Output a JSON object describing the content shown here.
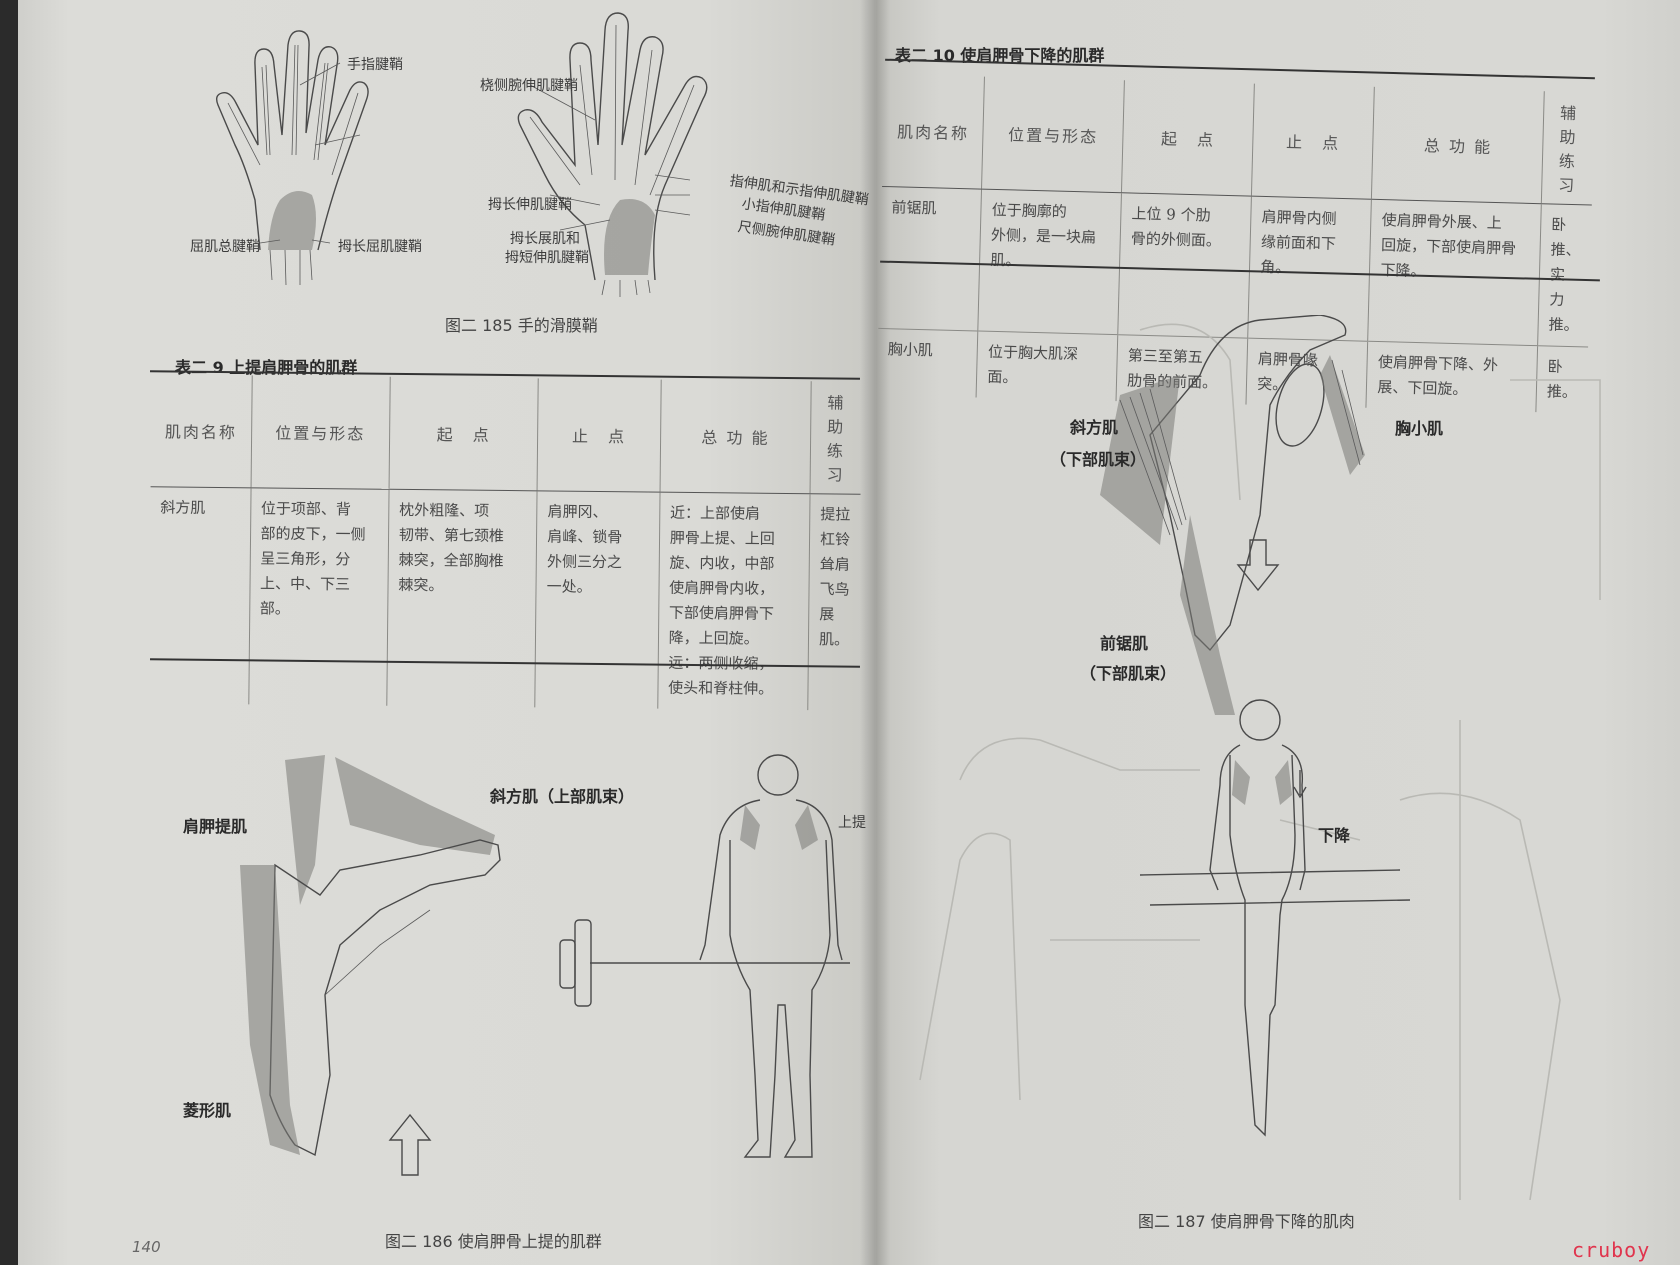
{
  "figure185": {
    "caption": "图二 185  手的滑膜鞘",
    "labels": {
      "l1": "手指腱鞘",
      "l2": "屈肌总腱鞘",
      "l3": "拇长屈肌腱鞘",
      "r1": "桡侧腕伸肌腱鞘",
      "r2": "拇长伸肌腱鞘",
      "r3": "拇长展肌和",
      "r4": "拇短伸肌腱鞘",
      "r5": "指伸肌和示指伸肌腱鞘",
      "r6": "小指伸肌腱鞘",
      "r7": "尺侧腕伸肌腱鞘"
    }
  },
  "table9": {
    "title": "表二 9  上提肩胛骨的肌群",
    "headers": [
      "肌肉名称",
      "位置与形态",
      "起　点",
      "止　点",
      "总 功 能",
      "辅助练习"
    ],
    "rows": [
      [
        [
          "斜方肌"
        ],
        [
          "位于项部、背",
          "部的皮下，一侧",
          "呈三角形，分",
          "上、中、下三部。"
        ],
        [
          "枕外粗隆、项",
          "韧带、第七颈椎",
          "棘突，全部胸椎",
          "棘突。"
        ],
        [
          "肩胛冈、",
          "肩峰、锁骨",
          "外侧三分之",
          "一处。"
        ],
        [
          "近：上部使肩",
          "胛骨上提、上回",
          "旋、内收，中部",
          "使肩胛骨内收，",
          "下部使肩胛骨下",
          "降，上回旋。",
          "远：两侧收缩，",
          "使头和脊柱伸。"
        ],
        [
          "提拉杠铃耸肩",
          "飞鸟展肌。"
        ]
      ]
    ]
  },
  "table10": {
    "title": "表二 10  使肩胛骨下降的肌群",
    "headers": [
      "肌肉名称",
      "位置与形态",
      "起　点",
      "止　点",
      "总 功 能",
      "辅助练习"
    ],
    "rows": [
      [
        [
          "前锯肌"
        ],
        [
          "位于胸廓的",
          "外侧，是一块扁",
          "肌。"
        ],
        [
          "上位 9 个肋",
          "骨的外侧面。"
        ],
        [
          "肩胛骨内侧",
          "缘前面和下",
          "角。"
        ],
        [
          "使肩胛骨外展、上",
          "回旋，下部使肩胛骨",
          "下降。"
        ],
        [
          "卧推、实",
          "力推。"
        ]
      ],
      [
        [
          "胸小肌"
        ],
        [
          "位于胸大肌深",
          "面。"
        ],
        [
          "第三至第五",
          "肋骨的前面。"
        ],
        [
          "肩胛骨喙",
          "突。"
        ],
        [
          "使肩胛骨下降、外",
          "展、下回旋。"
        ],
        [
          "卧推。"
        ]
      ]
    ]
  },
  "figure186": {
    "caption": "图二 186  使肩胛骨上提的肌群",
    "labels": {
      "a": "斜方肌（上部肌束）",
      "b": "肩胛提肌",
      "c": "菱形肌",
      "d": "上提"
    }
  },
  "figure187": {
    "caption": "图二 187  使肩胛骨下降的肌肉",
    "labels": {
      "a": "斜方肌",
      "b": "（下部肌束）",
      "c": "胸小肌",
      "d": "前锯肌",
      "e": "（下部肌束）",
      "f": "下降"
    }
  },
  "page_number": "140",
  "watermark": "cruboy"
}
